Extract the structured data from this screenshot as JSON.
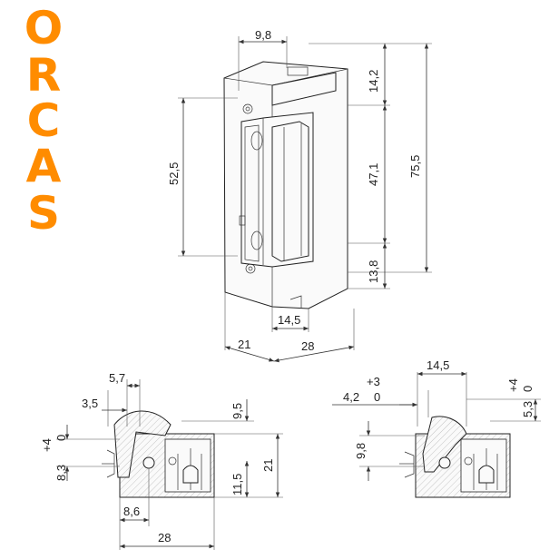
{
  "brand": {
    "letters": [
      "O",
      "R",
      "C",
      "A",
      "S"
    ],
    "color": "#ff8c00"
  },
  "front_view": {
    "width_top": "9,8",
    "h_top": "14,2",
    "h_mid": "47,1",
    "h_bottom": "13,8",
    "h_total": "75,5",
    "h_latch": "52,5",
    "w_latch": "14,5",
    "w_left": "21",
    "w_right": "28"
  },
  "section_left": {
    "w_57": "5,7",
    "w_35": "3,5",
    "plus4": "+4",
    "zero": "0",
    "d_83": "8,3",
    "d_95": "9,5",
    "d_115": "11,5",
    "d_21": "21",
    "d_86": "8,6",
    "d_28": "28"
  },
  "section_right": {
    "plus3": "+3",
    "d_145": "14,5",
    "d_42": "4,2",
    "zero": "0",
    "plus4": "+4",
    "d_53": "5,3",
    "zero_b": "0",
    "d_98": "9,8"
  },
  "colors": {
    "line": "#222222",
    "brand": "#ff8c00"
  }
}
